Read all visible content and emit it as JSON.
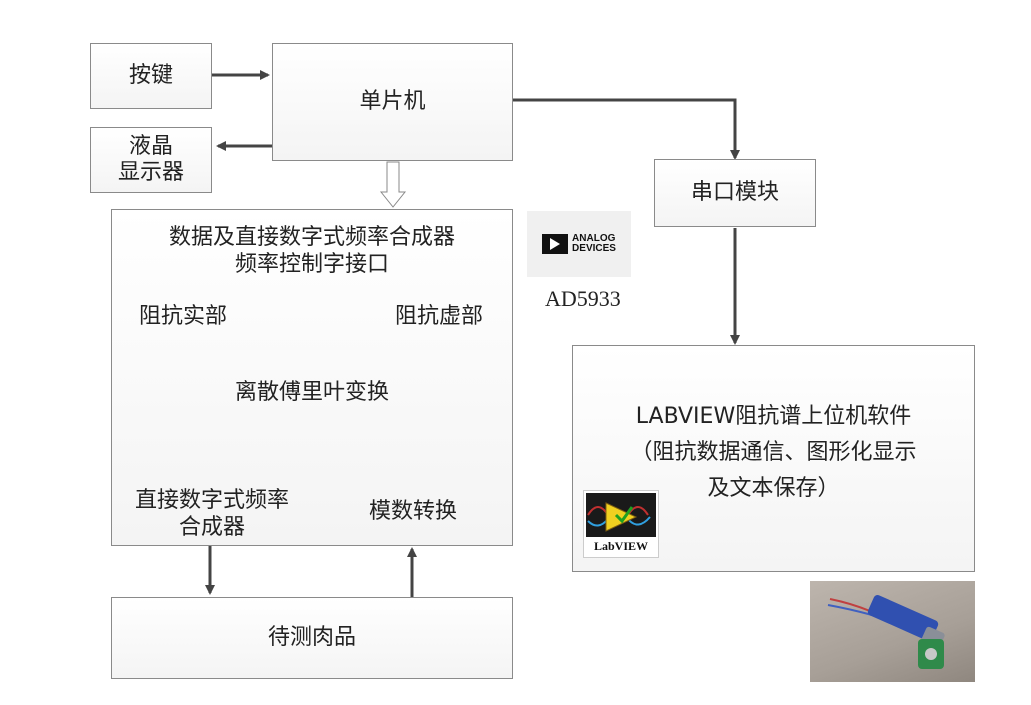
{
  "blocks": {
    "keypad": "按键",
    "mcu": "单片机",
    "lcd_line1": "液晶",
    "lcd_line2": "显示器",
    "serial": "串口模块",
    "dds_interface_line1": "数据及直接数字式频率合成器",
    "dds_interface_line2": "频率控制字接口",
    "real_part": "阻抗实部",
    "imag_part": "阻抗虚部",
    "dft": "离散傅里叶变换",
    "dds_line1": "直接数字式频率",
    "dds_line2": "合成器",
    "adc": "模数转换",
    "sample": "待测肉品",
    "pc_line1": "LABVIEW阻抗谱上位机软件",
    "pc_line2": "（阻抗数据通信、图形化显示",
    "pc_line3": "及文本保存）"
  },
  "chip_label": "AD5933",
  "logos": {
    "analog_devices_line1": "ANALOG",
    "analog_devices_line2": "DEVICES",
    "labview": "LabVIEW"
  },
  "colors": {
    "box_border": "#8a8a8a",
    "arrow": "#444444",
    "dashed": "#222222"
  }
}
